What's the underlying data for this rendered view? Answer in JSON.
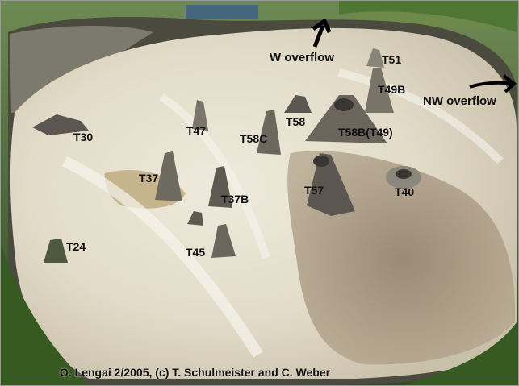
{
  "photo": {
    "subject": "aerial-crater-dome-field",
    "labels": {
      "t30": "T30",
      "t47": "T47",
      "t58c": "T58C",
      "t58": "T58",
      "t58b": "T58B(T49)",
      "t51": "T51",
      "t49b": "T49B",
      "t37": "T37",
      "t37b": "T37B",
      "t57": "T57",
      "t40": "T40",
      "t24": "T24",
      "t45": "T45"
    },
    "overflow_labels": {
      "west": "W overflow",
      "northwest": "NW overflow"
    },
    "credit": "O. Lengai 2/2005, (c) T. Schulmeister and C. Weber",
    "colors": {
      "crater_floor": "#e6e0d0",
      "rim_vegetation": "#3c5a2a",
      "lava_dark": "#5b5650",
      "lava_brown": "#8a7a66",
      "label_text": "#111111"
    }
  }
}
